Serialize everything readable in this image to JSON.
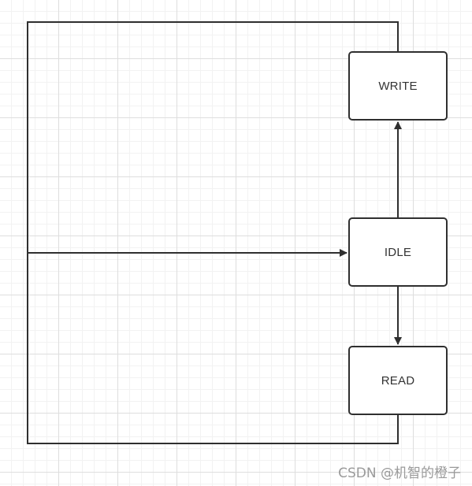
{
  "diagram": {
    "states": {
      "write": "WRITE",
      "idle": "IDLE",
      "read": "READ"
    },
    "edges": [
      {
        "from": "IDLE",
        "to": "WRITE"
      },
      {
        "from": "IDLE",
        "to": "READ"
      },
      {
        "from": "WRITE",
        "to": "IDLE"
      },
      {
        "from": "READ",
        "to": "IDLE"
      }
    ],
    "colors": {
      "line": "#2f2f2f",
      "box_border": "#2f2f2f",
      "grid": "#dedede"
    }
  },
  "watermark": "CSDN @机智的橙子"
}
